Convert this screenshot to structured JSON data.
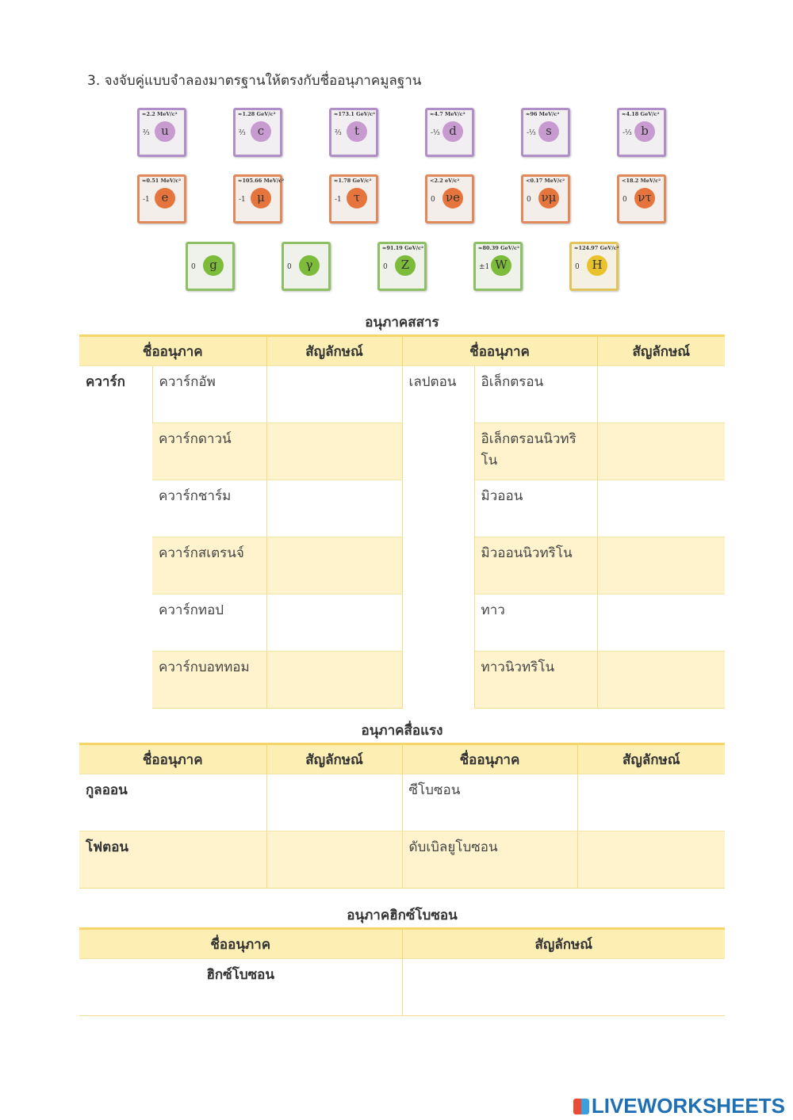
{
  "instruction": "3.  จงจับคู่แบบจำลองมาตรฐานให้ตรงกับชื่ออนุภาคมูลฐาน",
  "cards_row1": [
    {
      "mass": "≈2.2 MeV/c²",
      "charge": "⅔",
      "symbol": "u",
      "color": "purple"
    },
    {
      "mass": "≈1.28 GeV/c²",
      "charge": "⅔",
      "symbol": "c",
      "color": "purple"
    },
    {
      "mass": "≈173.1 GeV/c²",
      "charge": "⅔",
      "symbol": "t",
      "color": "purple"
    },
    {
      "mass": "≈4.7 MeV/c²",
      "charge": "-⅓",
      "symbol": "d",
      "color": "purple"
    },
    {
      "mass": "≈96 MeV/c²",
      "charge": "-⅓",
      "symbol": "s",
      "color": "purple"
    },
    {
      "mass": "≈4.18 GeV/c²",
      "charge": "-⅓",
      "symbol": "b",
      "color": "purple"
    }
  ],
  "cards_row2": [
    {
      "mass": "≈0.51 MeV/c²",
      "charge": "-1",
      "symbol": "e",
      "color": "orange"
    },
    {
      "mass": "≈105.66 MeV/c²",
      "charge": "-1",
      "symbol": "μ",
      "color": "orange"
    },
    {
      "mass": "≈1.78 GeV/c²",
      "charge": "-1",
      "symbol": "τ",
      "color": "orange"
    },
    {
      "mass": "<2.2 eV/c²",
      "charge": "0",
      "symbol": "νe",
      "color": "orange"
    },
    {
      "mass": "<0.17 MeV/c²",
      "charge": "0",
      "symbol": "νμ",
      "color": "orange"
    },
    {
      "mass": "<18.2 MeV/c²",
      "charge": "0",
      "symbol": "ντ",
      "color": "orange"
    }
  ],
  "cards_row3": [
    {
      "mass": "",
      "charge": "0",
      "symbol": "g",
      "color": "green"
    },
    {
      "mass": "",
      "charge": "0",
      "symbol": "γ",
      "color": "green"
    },
    {
      "mass": "≈91.19 GeV/c²",
      "charge": "0",
      "symbol": "Z",
      "color": "green"
    },
    {
      "mass": "≈80.39 GeV/c²",
      "charge": "±1",
      "symbol": "W",
      "color": "green"
    },
    {
      "mass": "≈124.97 GeV/c²",
      "charge": "0",
      "symbol": "H",
      "color": "yellow"
    }
  ],
  "matter": {
    "title": "อนุภาคสสาร",
    "headers": [
      "ชื่ออนุภาค",
      "สัญลักษณ์",
      "ชื่ออนุภาค",
      "สัญลักษณ์"
    ],
    "quark_group": "ควาร์ก",
    "lepton_group": "เลปตอน",
    "quarks": [
      "ควาร์กอัพ",
      "ควาร์กดาวน์",
      "ควาร์กชาร์ม",
      "ควาร์กสเตรนจ์",
      "ควาร์กทอป",
      "ควาร์กบอททอม"
    ],
    "leptons": [
      "อิเล็กตรอน",
      "อิเล็กตรอนนิวทริโน",
      "มิวออน",
      "มิวออนนิวทริโน",
      "ทาว",
      "ทาวนิวทริโน"
    ]
  },
  "force": {
    "title": "อนุภาคสื่อแรง",
    "headers": [
      "ชื่ออนุภาค",
      "สัญลักษณ์",
      "ชื่ออนุภาค",
      "สัญลักษณ์"
    ],
    "rows": [
      [
        "กูลออน",
        "ซีโบซอน"
      ],
      [
        "โฟตอน",
        "ดับเบิลยูโบซอน"
      ]
    ]
  },
  "higgs": {
    "title": "อนุภาคฮิกซ์โบซอน",
    "headers": [
      "ชื่ออนุภาค",
      "สัญลักษณ์"
    ],
    "name": "ฮิกซ์โบซอน"
  },
  "logo": "LIVEWORKSHEETS"
}
